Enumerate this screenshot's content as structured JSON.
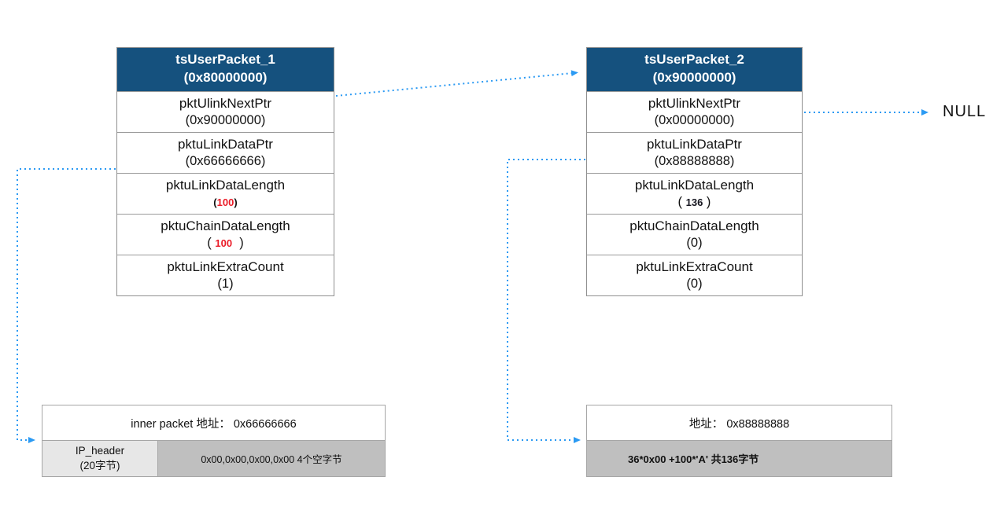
{
  "colors": {
    "header_bg": "#15517E",
    "arrow_blue": "#2B9AF3",
    "highlight_red": "#EA1B27",
    "gray_cell": "#BFBFBF",
    "light_cell": "#E7E7E7"
  },
  "packets": [
    {
      "title": "tsUserPacket_1",
      "address": "(0x80000000)",
      "rows": [
        {
          "label": "pktUlinkNextPtr",
          "v1": "(0x90000000)",
          "v2": "",
          "v3": ""
        },
        {
          "label": "pktuLinkDataPtr",
          "v1": "(0x66666666)",
          "v2": "",
          "v3": ""
        },
        {
          "label": "pktuLinkDataLength",
          "v1": "(",
          "v2": "100",
          "v3": ")"
        },
        {
          "label": "pktuChainDataLength",
          "v1": "( ",
          "v2": "100",
          "v3": "  )"
        },
        {
          "label": "pktuLinkExtraCount",
          "v1": "(1)",
          "v2": "",
          "v3": ""
        }
      ]
    },
    {
      "title": "tsUserPacket_2",
      "address": "(0x90000000)",
      "rows": [
        {
          "label": "pktUlinkNextPtr",
          "v1": "(0x00000000)",
          "v2": "",
          "v3": ""
        },
        {
          "label": "pktuLinkDataPtr",
          "v1": "(0x88888888)",
          "v2": "",
          "v3": ""
        },
        {
          "label": "pktuLinkDataLength",
          "v1": "( ",
          "v2": "136",
          "v3": " )"
        },
        {
          "label": "pktuChainDataLength",
          "v1": "(0)",
          "v2": "",
          "v3": ""
        },
        {
          "label": "pktuLinkExtraCount",
          "v1": "(0)",
          "v2": "",
          "v3": ""
        }
      ]
    }
  ],
  "buffers": {
    "left": {
      "title": "inner packet 地址： 0x66666666",
      "ip_header_line1": "IP_header",
      "ip_header_line2": "(20字节)",
      "payload": "0x00,0x00,0x00,0x00 4个空字节"
    },
    "right": {
      "title": "地址： 0x88888888",
      "payload": "36*0x00 +100*'A' 共136字节"
    }
  },
  "null_label": "NULL"
}
